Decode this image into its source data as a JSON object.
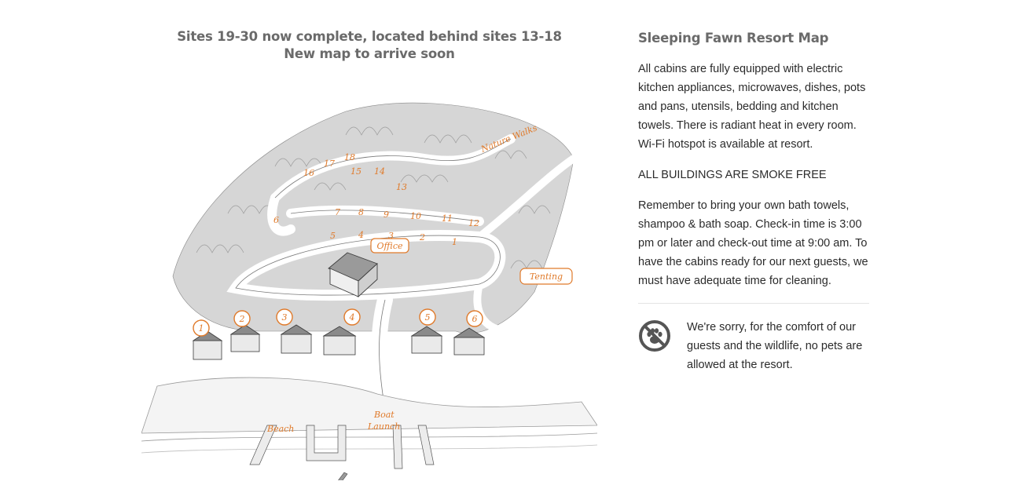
{
  "map_section": {
    "heading_line1": "Sites 19-30 now complete, located behind sites 13-18",
    "heading_line2": "New map to arrive soon",
    "map_labels": {
      "office": "Office",
      "tenting": "Tenting",
      "nature_walks": "Nature Walks",
      "beach": "Beach",
      "boat": "Boat",
      "launch": "Launch",
      "sites": [
        "1",
        "2",
        "3",
        "4",
        "5",
        "6",
        "7",
        "8",
        "9",
        "10",
        "11",
        "12",
        "13",
        "14",
        "15",
        "16",
        "17",
        "18"
      ]
    }
  },
  "info": {
    "title": "Sleeping Fawn Resort Map",
    "paragraph1": "All cabins are fully equipped with electric kitchen appliances, microwaves, dishes, pots and pans, utensils, bedding and kitchen towels. There is radiant heat in every room. Wi-Fi hotspot is available at resort.",
    "paragraph2": "ALL BUILDINGS ARE SMOKE FREE",
    "paragraph3": "Remember to bring your own bath towels, shampoo & bath soap. Check-in time is 3:00 pm or later and check-out time at 9:00 am. To have the cabins ready for our next guests, we must have adequate time for cleaning.",
    "pet_notice": "We're sorry, for the comfort of our guests and the wildlife, no pets are allowed at the resort.",
    "pet_icon": "no-pets-icon"
  },
  "colors": {
    "heading": "#6a6a6a",
    "text": "#2b2b2b",
    "map_accent": "#e07a2a",
    "divider": "#e4e4e4"
  }
}
